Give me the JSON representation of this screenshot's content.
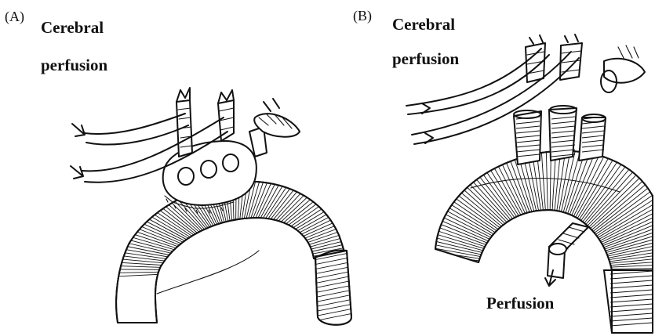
{
  "panels": [
    {
      "id": "A",
      "panel_label": "(A)",
      "cerebral_label_line1": "Cerebral",
      "cerebral_label_line2": "perfusion"
    },
    {
      "id": "B",
      "panel_label": "(B)",
      "cerebral_label_line1": "Cerebral",
      "cerebral_label_line2": "perfusion",
      "perfusion_label": "Perfusion"
    }
  ]
}
